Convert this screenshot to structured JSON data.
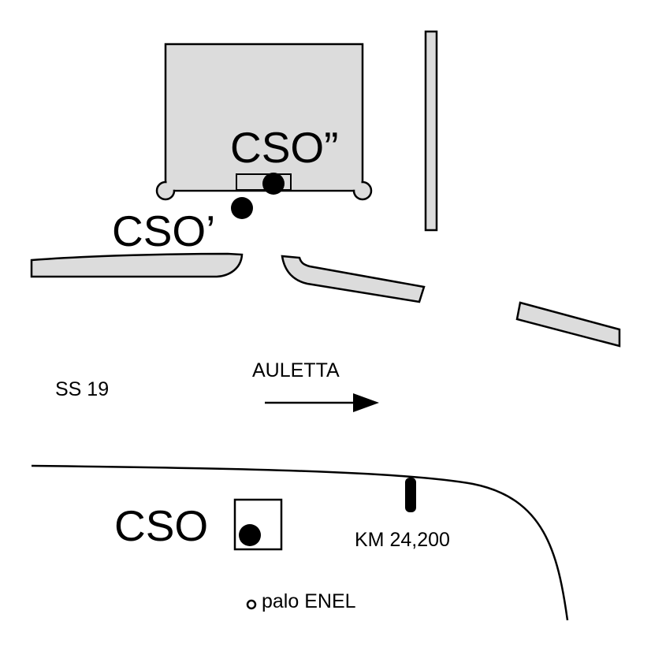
{
  "labels": {
    "cso_double": "CSO”",
    "cso_single": "CSO’",
    "cso": "CSO",
    "road": "SS 19",
    "direction": "AULETTA",
    "km_marker": "KM 24,200",
    "pole": "palo ENEL"
  },
  "colors": {
    "building_fill": "#dcdcdc",
    "kerb_fill": "#dcdcdc",
    "ink": "#000000"
  }
}
